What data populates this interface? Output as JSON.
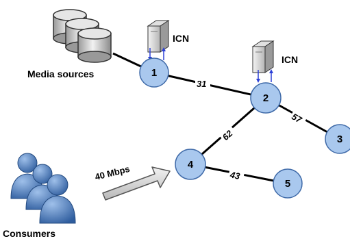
{
  "labels": {
    "media_sources": "Media sources",
    "consumers": "Consumers",
    "bandwidth": "40 Mbps",
    "icn_1": "ICN",
    "icn_2": "ICN"
  },
  "nodes": [
    {
      "id": "1"
    },
    {
      "id": "2"
    },
    {
      "id": "3"
    },
    {
      "id": "4"
    },
    {
      "id": "5"
    }
  ],
  "edges": [
    {
      "from": "1",
      "to": "2",
      "weight": "31"
    },
    {
      "from": "2",
      "to": "4",
      "weight": "62"
    },
    {
      "from": "2",
      "to": "3",
      "weight": "57"
    },
    {
      "from": "4",
      "to": "5",
      "weight": "43"
    }
  ],
  "colors": {
    "node_fill": "#a9c8ee",
    "node_stroke": "#3f6aa8",
    "person_fill": "#4f7fc4",
    "arrow_fill": "#d9d9d9",
    "icn_arrow": "#2a3fd6"
  }
}
